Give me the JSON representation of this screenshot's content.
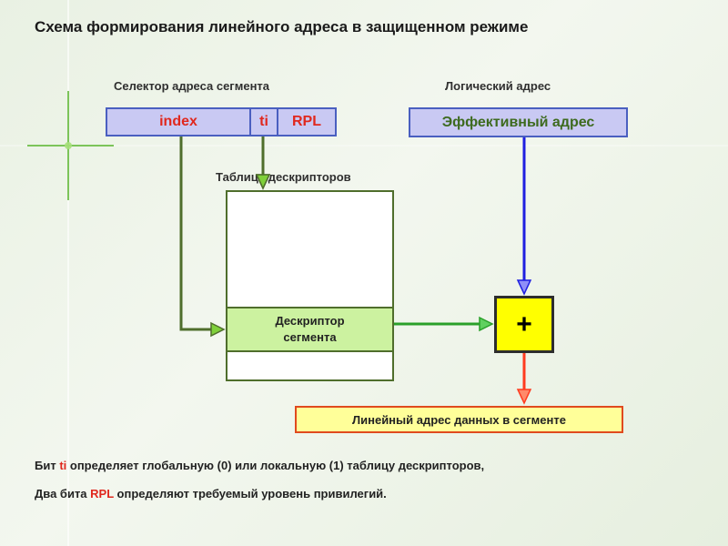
{
  "title": "Схема формирования линейного адреса в защищенном режиме",
  "selector": {
    "caption": "Селектор адреса сегмента",
    "fields": {
      "index": "index",
      "ti": "ti",
      "rpl": "RPL"
    }
  },
  "logical": {
    "caption": "Логический адрес",
    "box_label": "Эффективный адрес"
  },
  "descriptor_table": {
    "caption": "Таблица дескрипторов",
    "descriptor_line1": "Дескриптор",
    "descriptor_line2": "сегмента"
  },
  "adder": {
    "symbol": "+"
  },
  "linear": {
    "label": "Линейный адрес данных в сегменте"
  },
  "notes": {
    "line1_prefix": "Бит ",
    "line1_highlight": "ti",
    "line1_suffix": " определяет глобальную (0) или локальную (1) таблицу дескрипторов,",
    "line2_prefix": "Два бита ",
    "line2_highlight": "RPL",
    "line2_suffix": " определяют требуемый уровень привилегий."
  },
  "colors": {
    "selector_fill": "#c9c9f3",
    "field_text": "#e0281e",
    "logical_text": "#3d6a1e",
    "table_border": "#4f6e2c",
    "descriptor_fill": "#ccf2a0",
    "adder_fill": "#ffff00",
    "linear_fill": "#ffff99",
    "linear_border": "#e04a1e",
    "arrow_green_dark": "#4f6e2c",
    "arrow_green": "#2aa02a",
    "arrow_blue": "#1f1fe0",
    "arrow_red": "#ff3b1f"
  }
}
